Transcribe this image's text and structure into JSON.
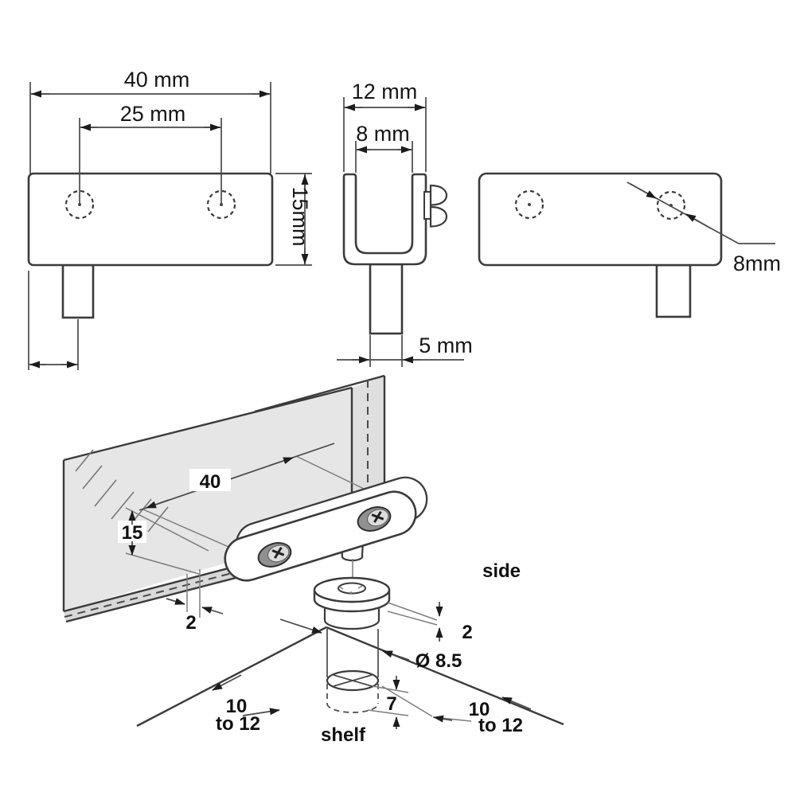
{
  "drawing_title": "glass shelf clamp technical drawing",
  "colors": {
    "line": "#3b3b3b",
    "dimension_line": "#4a4a4a",
    "glass_fill": "#e6e6e6",
    "glass_edge_fill": "#d8d8d8",
    "screw_body": "#909090",
    "screw_face": "#dcdcdc"
  },
  "views": {
    "front": {
      "width_label": "40 mm",
      "hole_spacing_label": "25 mm",
      "height_label": "15mm"
    },
    "profile": {
      "outer_width_label": "12 mm",
      "slot_width_label": "8 mm",
      "peg_width_label": "5 mm"
    },
    "back": {
      "hole_diameter_label": "8mm"
    }
  },
  "assembly": {
    "bracket_length_label": "40",
    "bracket_height_label": "15",
    "glass_thickness_label": "2",
    "washer_thickness_label": "2",
    "hole_diameter_label": "Ø 8.5",
    "hole_depth_label": "7",
    "left_edge_distance_line1": "10",
    "left_edge_distance_line2": "to 12",
    "right_edge_distance_line1": "10",
    "right_edge_distance_line2": "to 12",
    "side_label": "side",
    "shelf_label": "shelf"
  }
}
